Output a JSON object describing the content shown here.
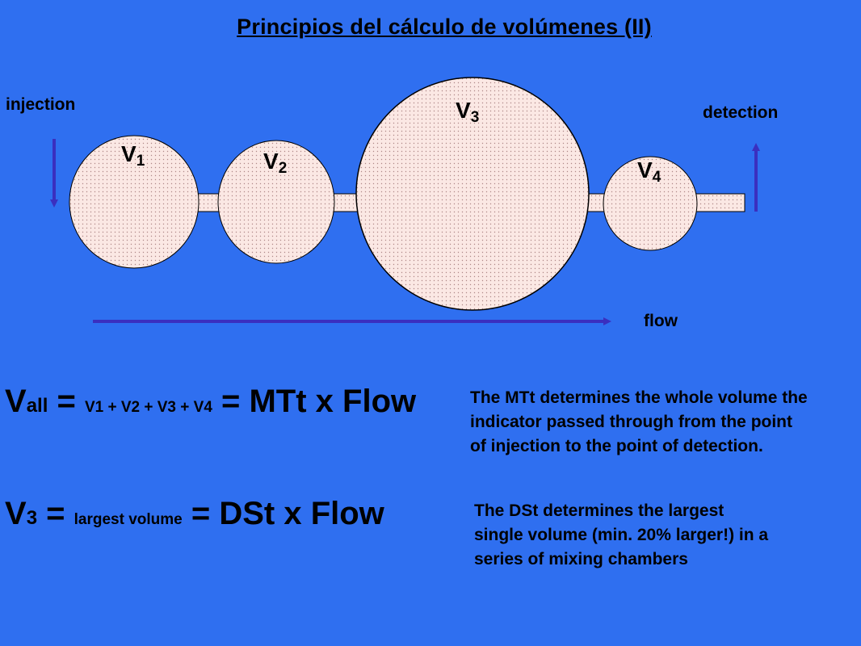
{
  "title": "Principios del cálculo de volúmenes (II)",
  "labels": {
    "injection": "injection",
    "detection": "detection",
    "flow": "flow"
  },
  "chambers": [
    {
      "name": "V",
      "sub": "1"
    },
    {
      "name": "V",
      "sub": "2"
    },
    {
      "name": "V",
      "sub": "3"
    },
    {
      "name": "V",
      "sub": "4"
    }
  ],
  "equation1": {
    "v": "V",
    "sub": "all",
    "eq1": " = ",
    "terms": "V1 + V2 + V3 + V4",
    "eq2": " = ",
    "rhs": "MTt x Flow"
  },
  "equation2": {
    "v": "V",
    "sub": "3",
    "eq1": " = ",
    "middle": "largest volume",
    "eq2": " = ",
    "rhs": "DSt x Flow"
  },
  "note1": [
    "The MTt determines the whole volume the",
    "indicator passed through from the point",
    "of injection to the point of detection."
  ],
  "note2": [
    "The DSt determines the largest",
    "single volume (min. 20% larger!) in a",
    "series of mixing chambers"
  ],
  "colors": {
    "background": "#2f6ff0",
    "chamber_fill": "#fbe8e4",
    "arrow": "#3a2fbf"
  }
}
